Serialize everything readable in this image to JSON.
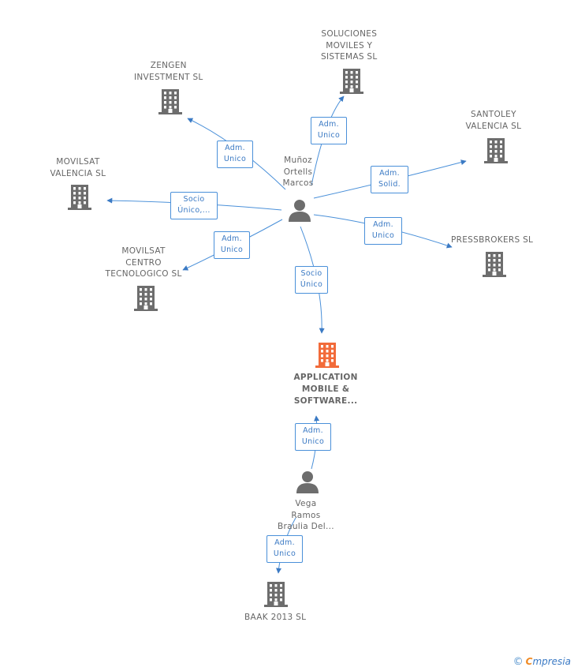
{
  "nodes": [
    {
      "id": "soluciones",
      "type": "company",
      "lines": [
        "SOLUCIONES",
        "MOVILES Y",
        "SISTEMAS SL"
      ]
    },
    {
      "id": "zengen",
      "type": "company",
      "lines": [
        "ZENGEN",
        "INVESTMENT SL"
      ]
    },
    {
      "id": "santoley",
      "type": "company",
      "lines": [
        "SANTOLEY",
        "VALENCIA SL"
      ]
    },
    {
      "id": "movilsat-valencia",
      "type": "company",
      "lines": [
        "MOVILSAT",
        "VALENCIA SL"
      ]
    },
    {
      "id": "movilsat-centro",
      "type": "company",
      "lines": [
        "MOVILSAT",
        "CENTRO",
        "TECNOLOGICO SL"
      ]
    },
    {
      "id": "pressbrokers",
      "type": "company",
      "lines": [
        "PRESSBROKERS SL"
      ]
    },
    {
      "id": "application",
      "type": "company-focus",
      "lines": [
        "APPLICATION",
        "MOBILE &",
        "SOFTWARE..."
      ]
    },
    {
      "id": "munoz",
      "type": "person",
      "lines": [
        "Muñoz",
        "Ortells",
        "Marcos"
      ]
    },
    {
      "id": "vega",
      "type": "person",
      "lines": [
        "Vega",
        "Ramos",
        "Braulia Del..."
      ]
    },
    {
      "id": "baak",
      "type": "company",
      "lines": [
        "BAAK 2013 SL"
      ]
    }
  ],
  "edges": [
    {
      "from": "munoz",
      "to": "soluciones",
      "lines": [
        "Adm.",
        "Unico"
      ]
    },
    {
      "from": "munoz",
      "to": "zengen",
      "lines": [
        "Adm.",
        "Unico"
      ]
    },
    {
      "from": "munoz",
      "to": "santoley",
      "lines": [
        "Adm.",
        "Solid."
      ]
    },
    {
      "from": "munoz",
      "to": "movilsat-valencia",
      "lines": [
        "Socio",
        "Único,..."
      ]
    },
    {
      "from": "munoz",
      "to": "movilsat-centro",
      "lines": [
        "Adm.",
        "Unico"
      ]
    },
    {
      "from": "munoz",
      "to": "pressbrokers",
      "lines": [
        "Adm.",
        "Unico"
      ]
    },
    {
      "from": "munoz",
      "to": "application",
      "lines": [
        "Socio",
        "Único"
      ]
    },
    {
      "from": "vega",
      "to": "application",
      "lines": [
        "Adm.",
        "Unico"
      ]
    },
    {
      "from": "vega",
      "to": "baak",
      "lines": [
        "Adm.",
        "Unico"
      ]
    }
  ],
  "colors": {
    "company": "#6d6d6d",
    "focus": "#f26b3a",
    "person": "#6d6d6d",
    "edge": "#4a90d9",
    "text": "#666666"
  },
  "copyright": {
    "symbol": "©",
    "brand_first": "C",
    "brand_rest": "mpresia"
  }
}
